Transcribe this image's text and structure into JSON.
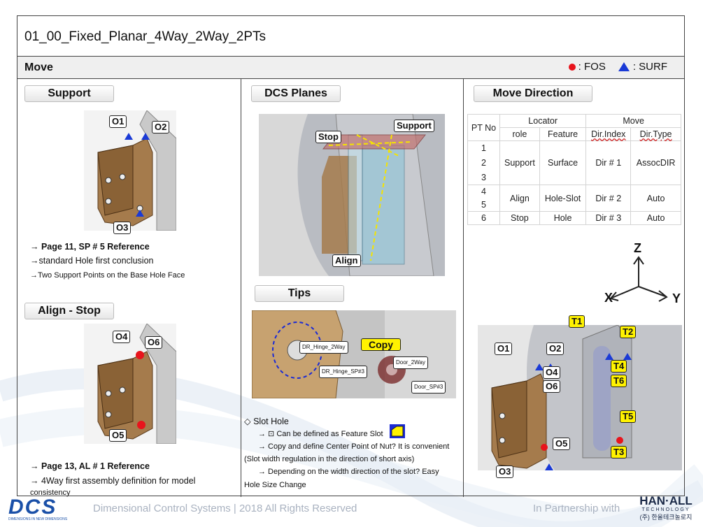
{
  "slide": {
    "title": "01_00_Fixed_Planar_4Way_2Way_2PTs",
    "section": "Move",
    "legend": {
      "fos_label": ": FOS",
      "surf_label": ": SURF",
      "fos_color": "#e8141c",
      "surf_color": "#1a3ad6"
    }
  },
  "support": {
    "label": "Support",
    "tags": [
      "O1",
      "O2",
      "O3"
    ],
    "notes": [
      "→ Page 11, SP # 5 Reference",
      "→standard Hole first conclusion",
      "→Two Support Points on the Base Hole Face"
    ]
  },
  "align_stop": {
    "label": "Align - Stop",
    "tags": [
      "O4",
      "O6",
      "O5"
    ],
    "notes": [
      "→ Page 13, AL # 1 Reference",
      "→ 4Way first assembly definition for model",
      "consistency"
    ]
  },
  "dcs_planes": {
    "label": "DCS Planes",
    "tags": {
      "stop": "Stop",
      "support": "Support",
      "align": "Align"
    }
  },
  "tips": {
    "label": "Tips",
    "image_labels": [
      "DR_Hinge_2Way",
      "DR_Hinge_SP#3",
      "Door_2Way",
      "Door_SP#3"
    ],
    "copy_label": "Copy",
    "notes": [
      "◇ Slot Hole",
      "→ ⊡ Can be defined as Feature Slot",
      "→ Copy and define Center Point of Nut? It is convenient",
      "(Slot width regulation in the direction of short axis)",
      "→ Depending on the width direction of the slot? Easy",
      "Hole Size Change"
    ]
  },
  "move_direction": {
    "label": "Move Direction",
    "table": {
      "header1": [
        "PT No",
        "Locator",
        "Move"
      ],
      "header2": [
        "role",
        "Feature",
        "Dir.Index",
        "Dir.Type"
      ],
      "pt_numbers": [
        "1",
        "2",
        "3",
        "4",
        "5",
        "6"
      ],
      "rows": [
        {
          "role": "Support",
          "feature": "Surface",
          "dir_index": "Dir # 1",
          "dir_type": "AssocDIR"
        },
        {
          "role": "Align",
          "feature": "Hole-Slot",
          "dir_index": "Dir # 2",
          "dir_type": "Auto"
        },
        {
          "role": "Stop",
          "feature": "Hole",
          "dir_index": "Dir # 3",
          "dir_type": "Auto"
        }
      ]
    },
    "axes": {
      "z": "Z",
      "x": "X",
      "y": "Y"
    },
    "o_tags": [
      "O1",
      "O2",
      "O4",
      "O6",
      "O5",
      "O3"
    ],
    "t_tags": [
      "T1",
      "T2",
      "T4",
      "T6",
      "T5",
      "T3"
    ]
  },
  "footer": {
    "logo": "DCS",
    "logo_sub": "DIMENSIONS IN NEW DIMENSIONS",
    "copyright": "Dimensional Control Systems | 2018 All Rights Reserved",
    "partnership": "In Partnership with",
    "partner_logo": "HAN·ALL",
    "partner_sub": "TECHNOLOGY",
    "partner_korean": "(주) 한올테크놀로지"
  }
}
